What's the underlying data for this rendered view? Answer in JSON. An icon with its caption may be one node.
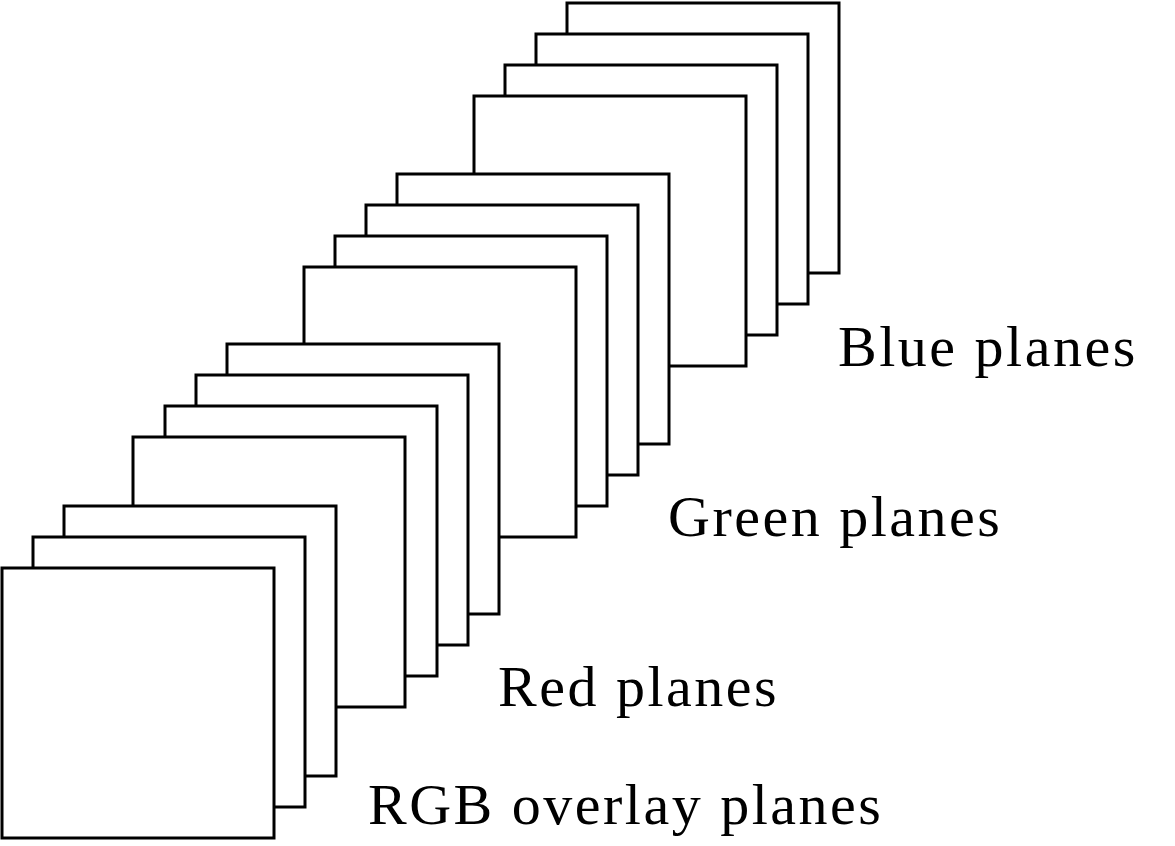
{
  "diagram": {
    "labels": [
      "Blue planes",
      "Green planes",
      "Red planes",
      "RGB overlay planes"
    ]
  }
}
